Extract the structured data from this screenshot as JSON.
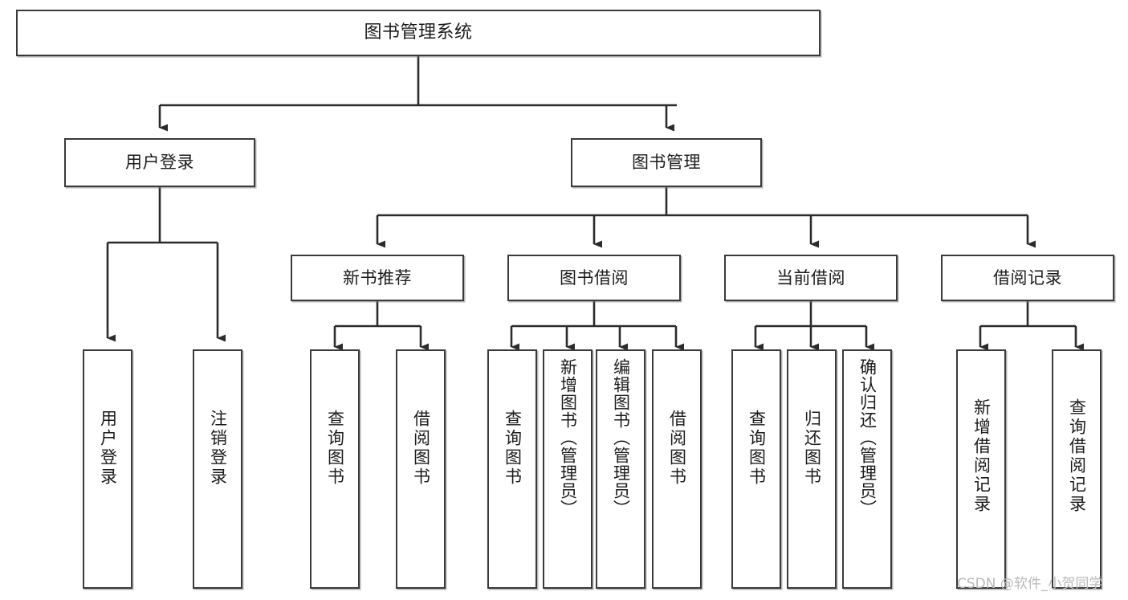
{
  "diagram": {
    "title": "图书管理系统",
    "type": "tree",
    "orientation": "top-down",
    "colors": {
      "box_border": "#3a3a3a",
      "box_fill": "#ffffff",
      "connector": "#2b2b2b",
      "background": "#ffffff",
      "watermark": "#b9b9b9"
    },
    "levels": {
      "root": {
        "label": "图书管理系统"
      },
      "level2": [
        {
          "id": "user-login",
          "label": "用户登录"
        },
        {
          "id": "book-management",
          "label": "图书管理"
        }
      ],
      "level3": [
        {
          "id": "new-book-recommend",
          "label": "新书推荐",
          "parent": "book-management"
        },
        {
          "id": "book-borrow",
          "label": "图书借阅",
          "parent": "book-management"
        },
        {
          "id": "current-borrow",
          "label": "当前借阅",
          "parent": "book-management"
        },
        {
          "id": "borrow-record",
          "label": "借阅记录",
          "parent": "book-management"
        }
      ],
      "leaves": {
        "user-login": [
          {
            "id": "leaf-user-login",
            "label": "用户登录"
          },
          {
            "id": "leaf-logout-login",
            "label": "注销登录"
          }
        ],
        "new-book-recommend": [
          {
            "id": "leaf-query-book-1",
            "label": "查询图书"
          },
          {
            "id": "leaf-borrow-book-1",
            "label": "借阅图书"
          }
        ],
        "book-borrow": [
          {
            "id": "leaf-query-book-2",
            "label": "查询图书"
          },
          {
            "id": "leaf-add-book",
            "label": "新增图书（管理员）"
          },
          {
            "id": "leaf-edit-book",
            "label": "编辑图书（管理员）"
          },
          {
            "id": "leaf-borrow-book-2",
            "label": "借阅图书"
          }
        ],
        "current-borrow": [
          {
            "id": "leaf-query-book-3",
            "label": "查询图书"
          },
          {
            "id": "leaf-return-book",
            "label": "归还图书"
          },
          {
            "id": "leaf-confirm-return",
            "label": "确认归还（管理员）"
          }
        ],
        "borrow-record": [
          {
            "id": "leaf-add-record",
            "label": "新增借阅记录"
          },
          {
            "id": "leaf-query-record",
            "label": "查询借阅记录"
          }
        ]
      }
    },
    "watermark": "CSDN @软件_小贺同学"
  }
}
